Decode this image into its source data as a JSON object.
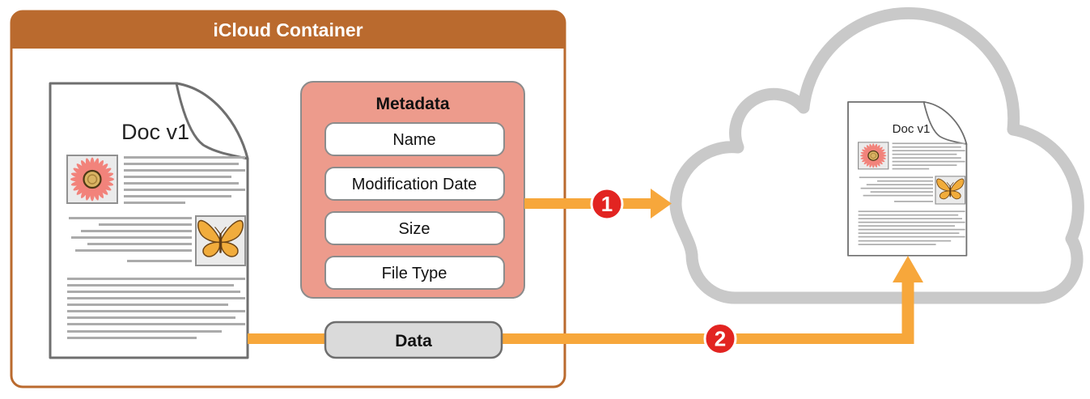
{
  "container": {
    "title": "iCloud Container"
  },
  "local_document": {
    "title": "Doc v1"
  },
  "metadata_box": {
    "title": "Metadata",
    "fields": [
      "Name",
      "Modification Date",
      "Size",
      "File Type"
    ]
  },
  "data_pill": {
    "label": "Data"
  },
  "transfer_steps": [
    {
      "badge": "1",
      "description": "metadata-to-cloud"
    },
    {
      "badge": "2",
      "description": "data-to-cloud"
    }
  ],
  "cloud_document": {
    "title": "Doc v1"
  },
  "colors": {
    "container_accent": "#BA6A2E",
    "metadata_fill": "#ED9B8C",
    "arrow_orange": "#F7A73B",
    "badge_red": "#E22421",
    "cloud_gray": "#C9C9C9",
    "doc_line_gray": "#ABABAB"
  }
}
